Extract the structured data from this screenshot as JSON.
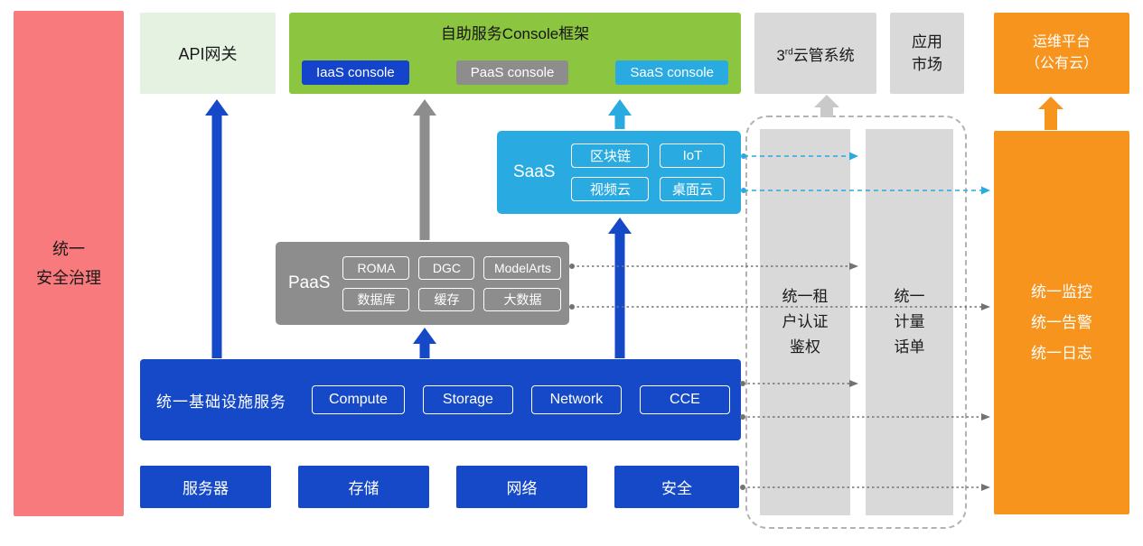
{
  "colors": {
    "red": "#f97a7c",
    "light_green": "#e5f2e2",
    "green": "#8cc540",
    "blue": "#1549c8",
    "cyan": "#29abe2",
    "gray": "#8d8d8d",
    "light_gray": "#d9d9d9",
    "orange": "#f7941e"
  },
  "security_bar": {
    "label": "统一\n安全治理"
  },
  "api_gateway": {
    "label": "API网关"
  },
  "console_frame": {
    "title": "自助服务Console框架",
    "consoles": [
      {
        "id": "iaas",
        "label": "IaaS console"
      },
      {
        "id": "paas",
        "label": "PaaS console"
      },
      {
        "id": "saas",
        "label": "SaaS console"
      }
    ]
  },
  "third_cloud": {
    "num": "3",
    "sup": "rd",
    "rest": "云管系统"
  },
  "app_market": {
    "label": "应用\n市场"
  },
  "ops_platform": {
    "label": "运维平台\n（公有云）"
  },
  "saas_box": {
    "label": "SaaS",
    "chips": [
      "区块链",
      "IoT",
      "视频云",
      "桌面云"
    ]
  },
  "paas_box": {
    "label": "PaaS",
    "chips": [
      "ROMA",
      "DGC",
      "ModelArts",
      "数据库",
      "缓存",
      "大数据"
    ]
  },
  "iaas_box": {
    "label": "统一基础设施服务",
    "chips": [
      "Compute",
      "Storage",
      "Network",
      "CCE"
    ]
  },
  "hardware_row": [
    "服务器",
    "存储",
    "网络",
    "安全"
  ],
  "auth_bar": {
    "label": "统一租\n户认证\n鉴权"
  },
  "metering_bar": {
    "label": "统一\n计量\n话单"
  },
  "monitor_bar": {
    "label": "统一监控\n统一告警\n统一日志"
  }
}
